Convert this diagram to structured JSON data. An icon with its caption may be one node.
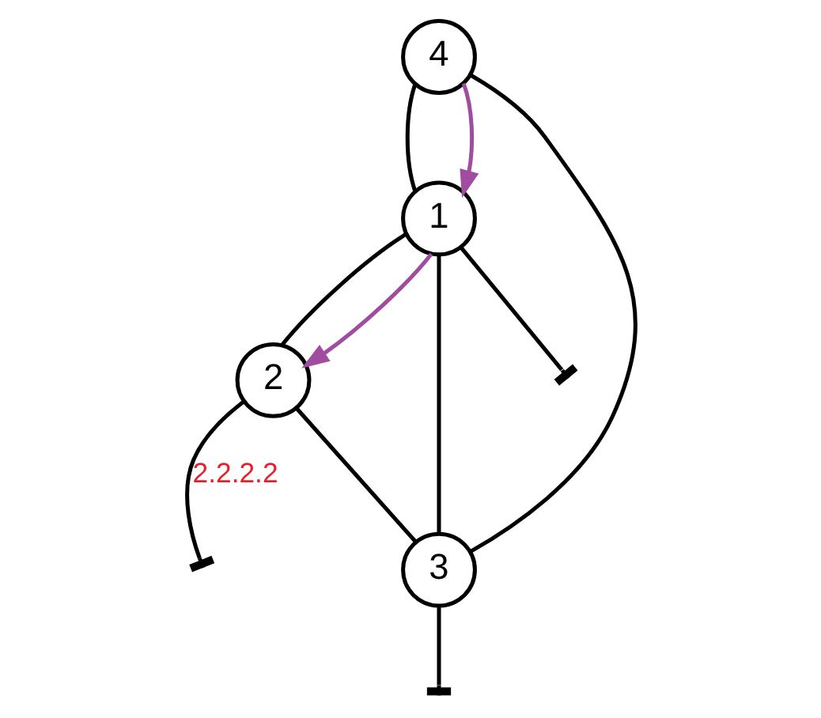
{
  "diagram": {
    "nodes": [
      {
        "text": [
          "1"
        ]
      },
      {
        "text": [
          "2"
        ]
      },
      {
        "text": [
          "3"
        ]
      },
      {
        "text": [
          "4"
        ]
      }
    ],
    "edges": [
      {
        "from": 0,
        "to": 1,
        "arrow": "none"
      },
      {
        "from": 1,
        "to": 2,
        "arrow": "none"
      },
      {
        "from": 0,
        "to": 2,
        "arrow": "none"
      },
      {
        "from": 3,
        "to": 0,
        "arrow": "none"
      },
      {
        "from": 3,
        "to": 2,
        "arrow": "none"
      },
      {
        "from": 0,
        "to": 1,
        "arrow": "to",
        "color": "#a04ca0"
      },
      {
        "from": 3,
        "to": 0,
        "arrow": "to",
        "color": "#a04ca0"
      },
      {
        "from": 1,
        "to": null,
        "arrow": "other",
        "label": "2.2.2.2"
      },
      {
        "from": 0,
        "to": null,
        "arrow": "other"
      },
      {
        "from": 2,
        "to": null,
        "arrow": "other"
      }
    ]
  }
}
